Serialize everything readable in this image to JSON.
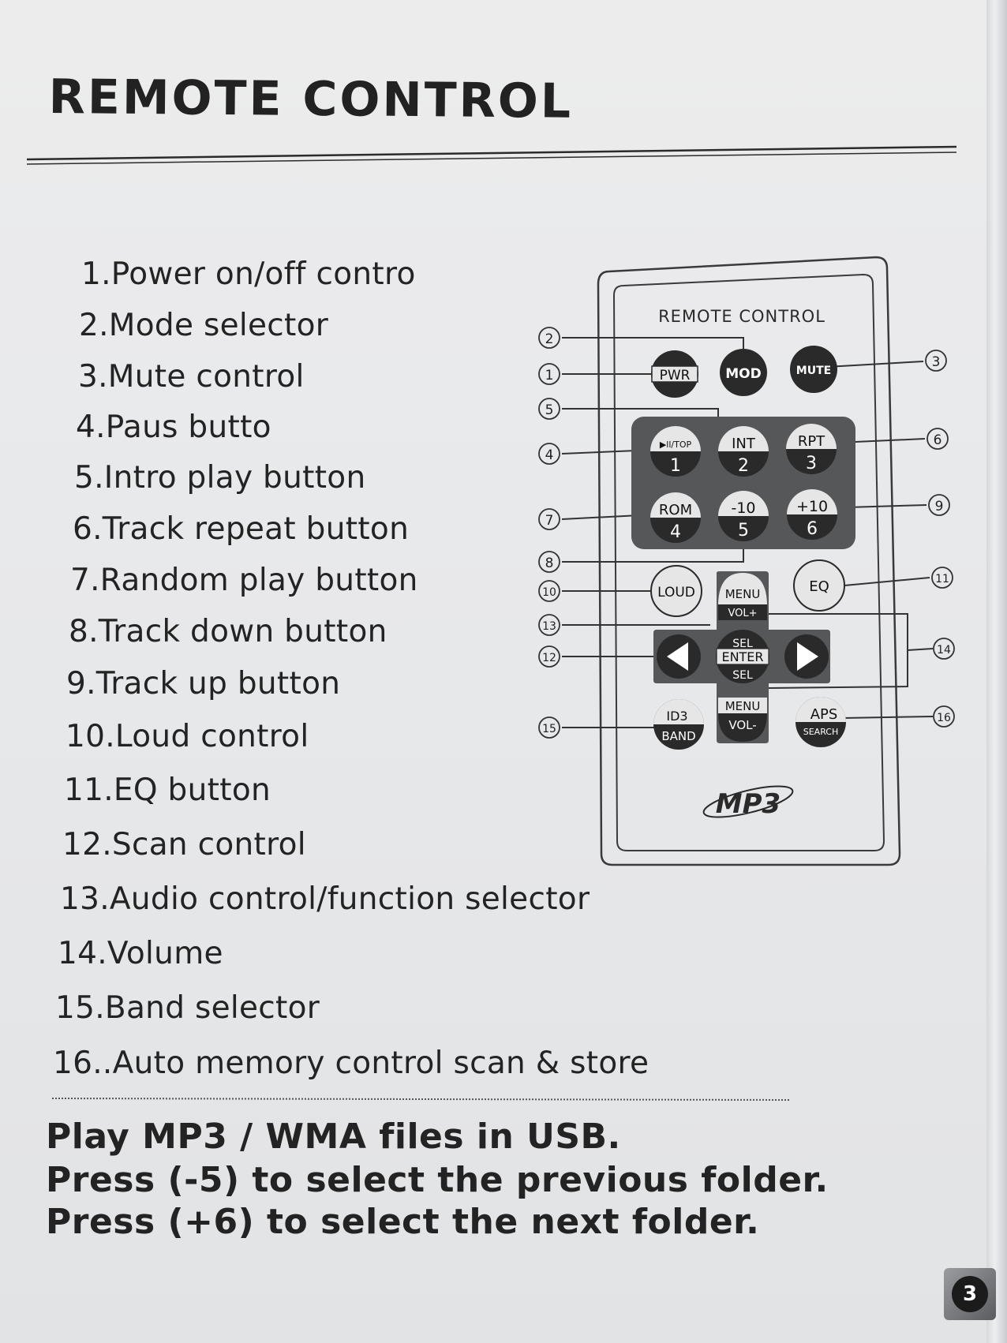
{
  "page": {
    "title": "REMOTE CONTROL",
    "page_number": "3"
  },
  "items": [
    "1.Power on/off contro",
    "2.Mode selector",
    "3.Mute control",
    "4.Paus butto",
    "5.Intro play button",
    "6.Track repeat button",
    "7.Random play button",
    "8.Track down button",
    "9.Track up button",
    "10.Loud control",
    "11.EQ button",
    "12.Scan control",
    "13.Audio control/function selector",
    "14.Volume",
    "15.Band selector",
    "16..Auto memory control scan & store"
  ],
  "notes": [
    "Play MP3 / WMA files in USB.",
    "Press (-5) to select the previous folder.",
    "Press (+6) to select the next folder."
  ],
  "remote": {
    "label": "REMOTE CONTROL",
    "buttons": {
      "pwr": "PWR",
      "mod": "MOD",
      "mute": "MUTE",
      "play_top": "▶ll/TOP",
      "play_num": "1",
      "int_top": "INT",
      "int_num": "2",
      "rpt_top": "RPT",
      "rpt_num": "3",
      "rom_top": "ROM",
      "rom_num": "4",
      "minus10_top": "-10",
      "minus10_num": "5",
      "plus10_top": "+10",
      "plus10_num": "6",
      "loud": "LOUD",
      "eq": "EQ",
      "menu_up_top": "MENU",
      "menu_up_bottom": "VOL+",
      "sel_top": "SEL",
      "enter": "ENTER",
      "sel_bottom": "SEL",
      "menu_down_top": "MENU",
      "menu_down_bottom": "VOL-",
      "id3": "ID3",
      "band": "BAND",
      "aps": "APS",
      "search": "SEARCH"
    },
    "logo": "MP3",
    "callouts": [
      "1",
      "2",
      "3",
      "4",
      "5",
      "6",
      "7",
      "8",
      "9",
      "10",
      "11",
      "12",
      "13",
      "14",
      "15",
      "16"
    ]
  }
}
